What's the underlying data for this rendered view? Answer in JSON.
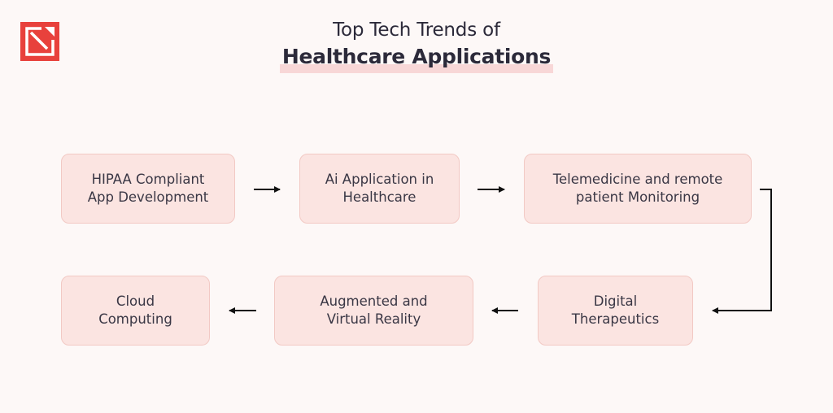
{
  "header": {
    "title_line1": "Top Tech Trends of",
    "title_line2": "Healthcare Applications"
  },
  "logo": {
    "icon": "brand-logo-icon",
    "color": "#e8413c"
  },
  "flow": {
    "steps": [
      {
        "label": "HIPAA Compliant\nApp Development"
      },
      {
        "label": "Ai Application in\nHealthcare"
      },
      {
        "label": "Telemedicine and remote\npatient Monitoring"
      },
      {
        "label": "Digital\nTherapeutics"
      },
      {
        "label": "Augmented and\nVirtual Reality"
      },
      {
        "label": "Cloud\nComputing"
      }
    ]
  },
  "colors": {
    "background": "#fdf8f7",
    "box_fill": "#fbe4e1",
    "box_border": "#f2c9c4",
    "title_highlight": "#f8d7d7",
    "text": "#2c2a3a",
    "arrow": "#111111"
  }
}
